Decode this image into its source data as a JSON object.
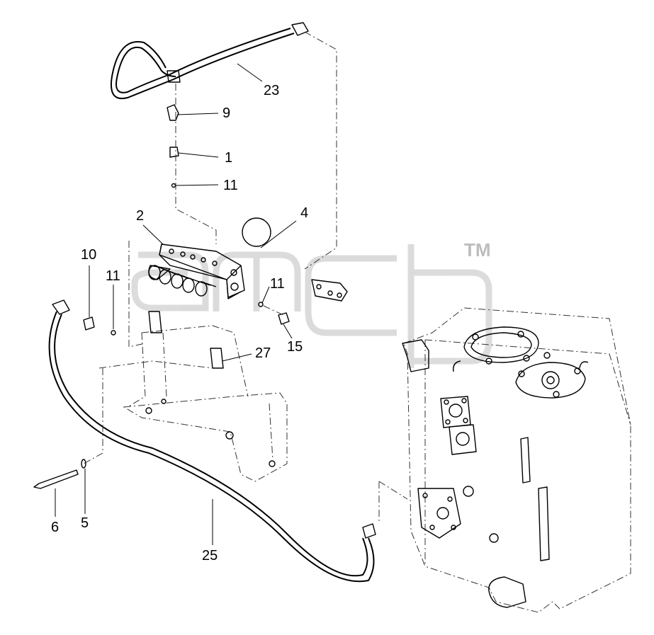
{
  "watermark": {
    "text": "amcb",
    "trademark": "TM",
    "color": "#c8c8c8"
  },
  "callouts": {
    "c1": "1",
    "c2": "2",
    "c4": "4",
    "c5": "5",
    "c6": "6",
    "c9": "9",
    "c10": "10",
    "c11a": "11",
    "c11b": "11",
    "c11c": "11",
    "c15": "15",
    "c23": "23",
    "c25": "25",
    "c27": "27"
  }
}
